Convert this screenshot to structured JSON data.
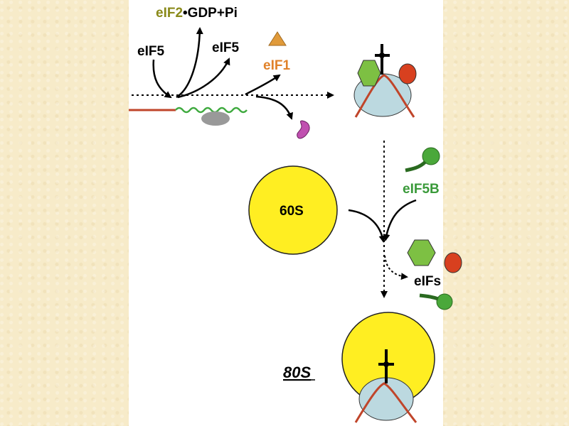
{
  "labels": {
    "eif2": "eIF2",
    "gdp_pi": "•GDP+Pi",
    "eif5_left": "eIF5",
    "eif5_right": "eIF5",
    "eif1": "eIF1",
    "eif5b": "eIF5B",
    "sixty_s": "60S",
    "eifs": "eIFs",
    "eighty_s": "80S"
  },
  "colors": {
    "background": "#f7ebc9",
    "panel": "#ffffff",
    "eif2_text": "#8a8a1a",
    "eif1_text": "#e0822a",
    "eif5b_text": "#3a9a3a",
    "yellow_subunit": "#ffee22",
    "blue_subunit": "#bcd9e0",
    "green_hexagon": "#7dc043",
    "red_oval": "#d8401f",
    "orange_triangle": "#e09a3a",
    "purple_factor": "#c050b0",
    "green_factor": "#4aa83a",
    "mrna_red": "#c0452a",
    "mrna_green": "#3faa3f",
    "grey_subunit": "#999999"
  },
  "icons": [
    "triangle-eif1-icon",
    "hexagon-eif2-icon",
    "red-oval-icon",
    "purple-eif1a-icon",
    "green-eif5b-icon",
    "initiator-trna-icon"
  ]
}
